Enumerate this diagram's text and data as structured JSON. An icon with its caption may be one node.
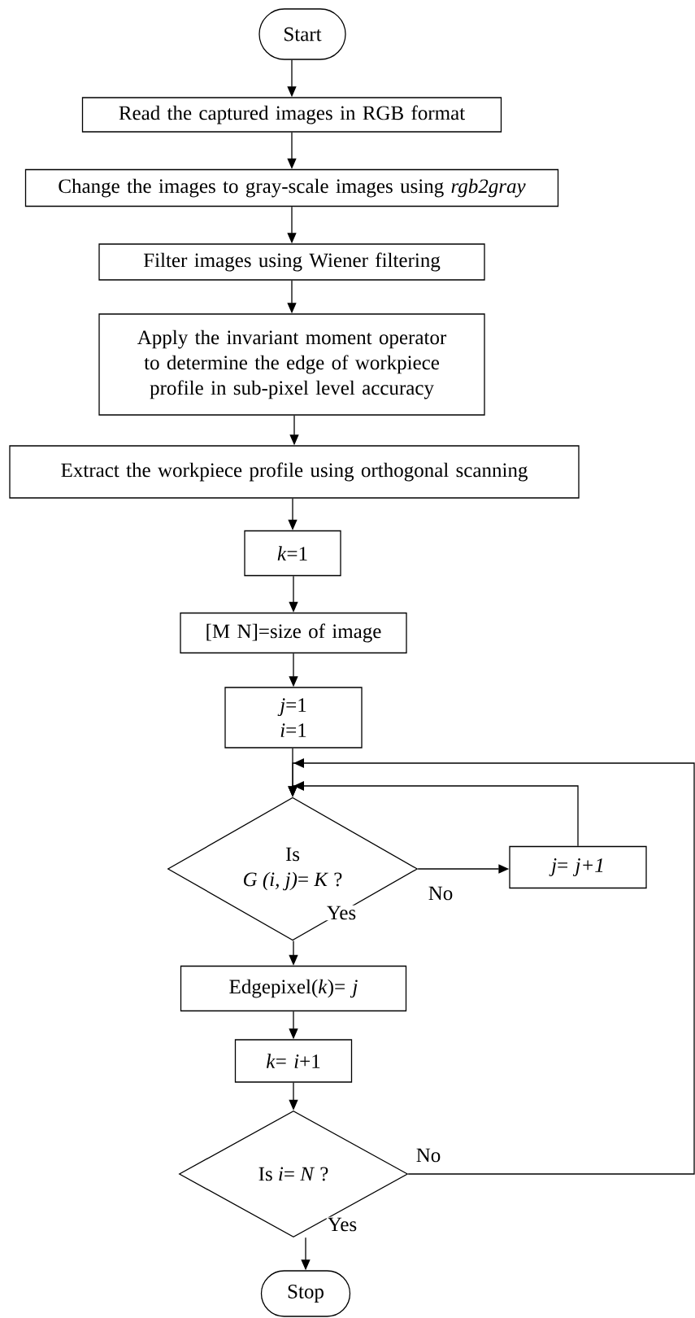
{
  "diagram": {
    "nodes": [
      {
        "text": [
          "Start"
        ]
      },
      {
        "text": [
          "Read the captured images in RGB format"
        ]
      },
      {
        "text": [
          "Change the images to gray-scale images using *rgb2gray*"
        ]
      },
      {
        "text": [
          "Filter images using Wiener filtering"
        ]
      },
      {
        "text": [
          "Apply the invariant moment operator to determine the edge of workpiece profile in sub-pixel level accuracy"
        ]
      },
      {
        "text": [
          "Extract the workpiece profile using orthogonal scanning"
        ]
      },
      {
        "text": [
          "*k*=1"
        ]
      },
      {
        "text": [
          "[M N]=size of  image"
        ]
      },
      {
        "text": [
          "*j*=1",
          "*i*=1"
        ]
      },
      {
        "text": [
          "Is",
          "*G (i, j)*= *K* ?"
        ]
      },
      {
        "text": [
          "*j*= *j+1*"
        ]
      },
      {
        "text": [
          "Edgepixel(*k*)= *j*"
        ]
      },
      {
        "text": [
          "*k*= *i*+1"
        ]
      },
      {
        "text": [
          "Is  *i*= *N* ?"
        ]
      },
      {
        "text": [
          "Stop"
        ]
      }
    ],
    "edges": [
      {
        "from": 0,
        "to": 1,
        "arrow": "to"
      },
      {
        "from": 1,
        "to": 2,
        "arrow": "to"
      },
      {
        "from": 2,
        "to": 3,
        "arrow": "to"
      },
      {
        "from": 3,
        "to": 4,
        "arrow": "to"
      },
      {
        "from": 4,
        "to": 5,
        "arrow": "to"
      },
      {
        "from": 5,
        "to": 6,
        "arrow": "to"
      },
      {
        "from": 6,
        "to": 7,
        "arrow": "to"
      },
      {
        "from": 7,
        "to": 8,
        "arrow": "to"
      },
      {
        "from": 8,
        "to": 9,
        "arrow": "to"
      },
      {
        "from": 9,
        "to": 10,
        "arrow": "to",
        "label": "No"
      },
      {
        "from": 10,
        "to": 9,
        "arrow": "to"
      },
      {
        "from": 9,
        "to": 11,
        "arrow": "to",
        "label": "Yes"
      },
      {
        "from": 11,
        "to": 12,
        "arrow": "to"
      },
      {
        "from": 12,
        "to": 13,
        "arrow": "to"
      },
      {
        "from": 13,
        "to": 9,
        "arrow": "to",
        "label": "No"
      },
      {
        "from": 13,
        "to": 14,
        "arrow": "to",
        "label": "Yes"
      }
    ]
  }
}
